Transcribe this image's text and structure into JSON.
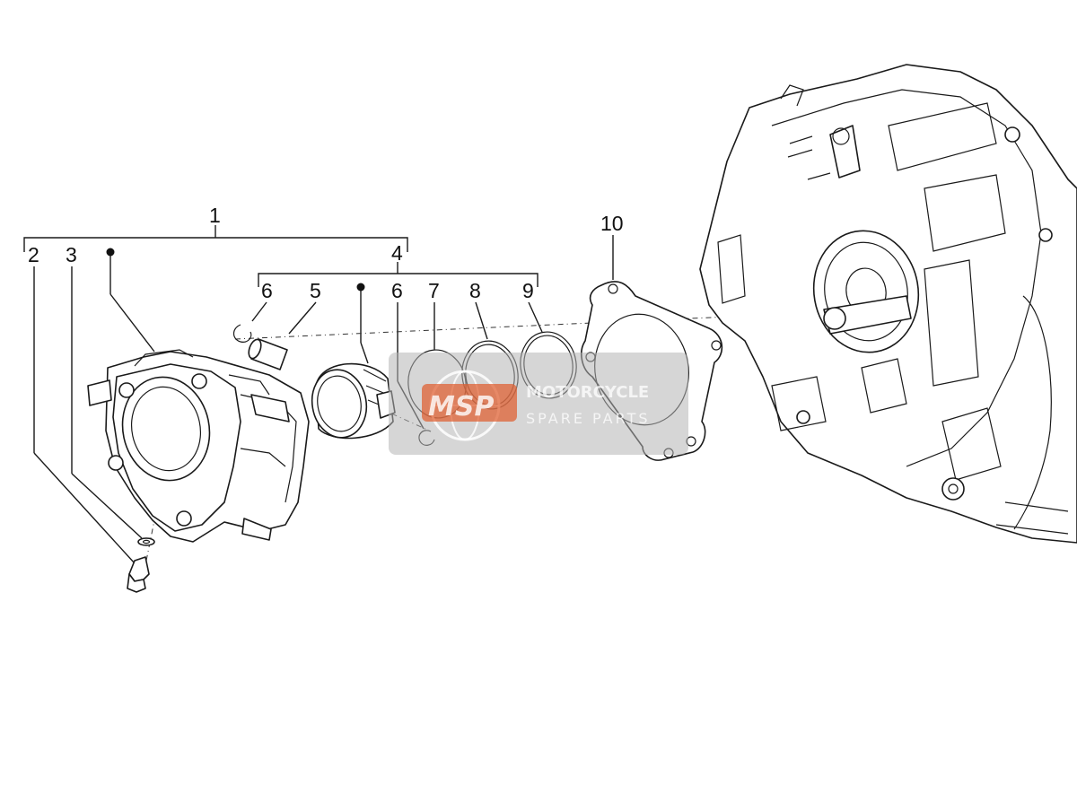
{
  "callouts": {
    "c1": "1",
    "c2": "2",
    "c3": "3",
    "c4": "4",
    "c5": "5",
    "c6a": "6",
    "c6b": "6",
    "c7": "7",
    "c8": "8",
    "c9": "9",
    "c10": "10"
  },
  "watermark": {
    "logo": "MSP",
    "line1": "MOTORCYCLE",
    "line2": "SPARE PARTS",
    "colors": {
      "panel": "#b4b4b4",
      "logo": "#e05a2a",
      "text": "#ffffff"
    }
  }
}
